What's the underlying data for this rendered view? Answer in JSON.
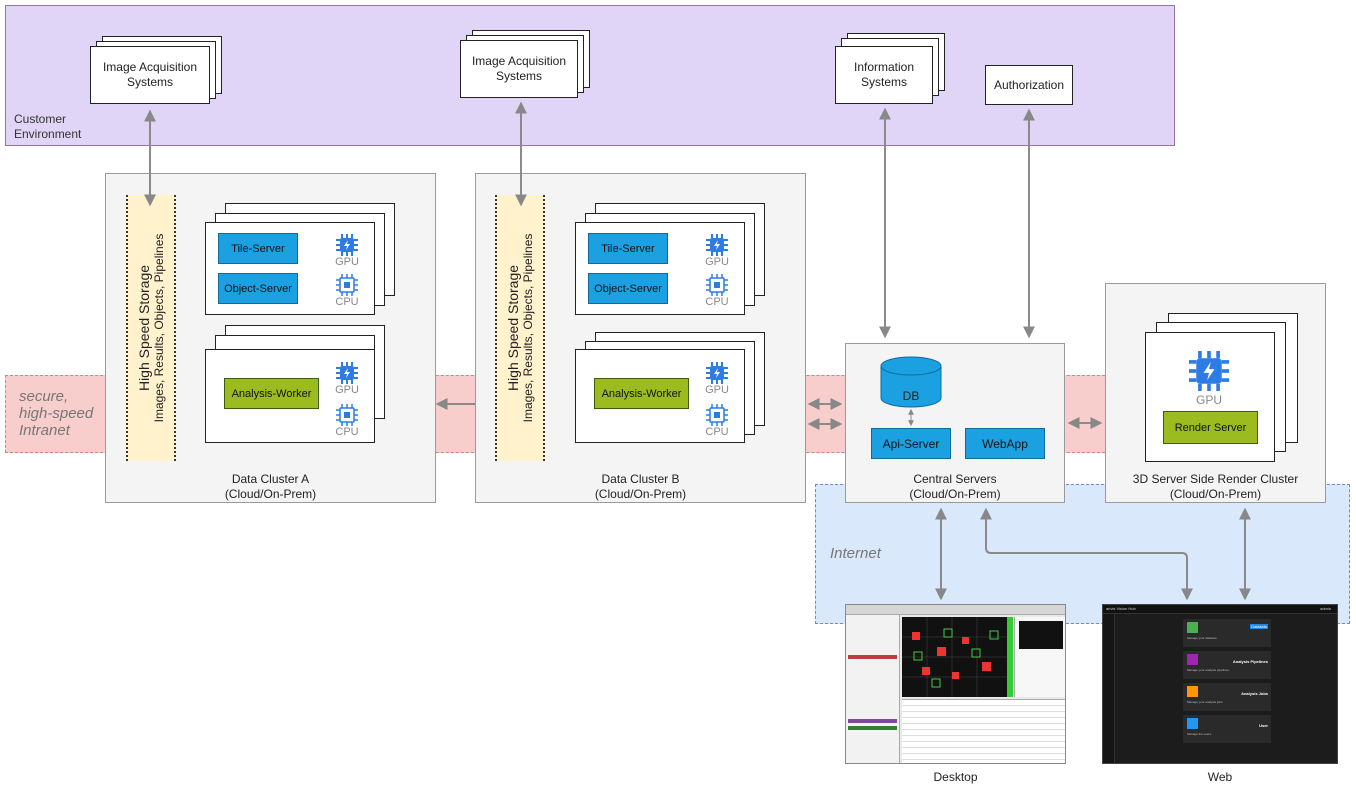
{
  "customer_environment": {
    "label_line1": "Customer",
    "label_line2": "Environment",
    "image_acq_1": [
      "Image Acquisition",
      "Systems"
    ],
    "image_acq_2": [
      "Image Acquisition",
      "Systems"
    ],
    "information_systems": [
      "Information",
      "Systems"
    ],
    "authorization": "Authorization"
  },
  "intranet": {
    "line1": "secure,",
    "line2": "high-speed",
    "line3": "Intranet"
  },
  "internet": {
    "label": "Internet"
  },
  "cluster_a": {
    "storage_title": "High Speed Storage",
    "storage_sub": "Images, Results, Objects, Pipelines",
    "tile_server": "Tile-Server",
    "object_server": "Object-Server",
    "analysis_worker": "Analysis-Worker",
    "gpu": "GPU",
    "cpu": "CPU",
    "name": "Data Cluster A",
    "sub": "(Cloud/On-Prem)"
  },
  "cluster_b": {
    "storage_title": "High Speed Storage",
    "storage_sub": "Images, Results, Objects, Pipelines",
    "tile_server": "Tile-Server",
    "object_server": "Object-Server",
    "analysis_worker": "Analysis-Worker",
    "gpu": "GPU",
    "cpu": "CPU",
    "name": "Data Cluster B",
    "sub": "(Cloud/On-Prem)"
  },
  "central": {
    "db": "DB",
    "api_server": "Api-Server",
    "webapp": "WebApp",
    "name": "Central Servers",
    "sub": "(Cloud/On-Prem)"
  },
  "render": {
    "gpu": "GPU",
    "render_server": "Render Server",
    "name": "3D Server Side Render Cluster",
    "sub": "(Cloud/On-Prem)"
  },
  "clients": {
    "desktop": "Desktop",
    "web": "Web",
    "web_app_title": "arivis Vision Hub",
    "web_user": "admin",
    "web_cards": [
      "Datasets",
      "Analysis Pipelines",
      "Analysis Jobs",
      "User"
    ],
    "web_card_subs": [
      "Manage your datasets.",
      "Manage your analysis pipelines.",
      "Manage your analysis jobs.",
      "Manage the users."
    ]
  },
  "colors": {
    "customer_bg": "#e1d5f7",
    "intranet_bg": "#f8cecc",
    "internet_bg": "#dae8fc",
    "panel_bg": "#f4f4f4",
    "server_blue": "#1ba1e2",
    "worker_green": "#9bbb1e",
    "chip_blue": "#2d7be5",
    "storage_yellow": "#fff2cc"
  },
  "icons": [
    "gpu-chip-icon",
    "cpu-chip-icon",
    "database-icon"
  ]
}
